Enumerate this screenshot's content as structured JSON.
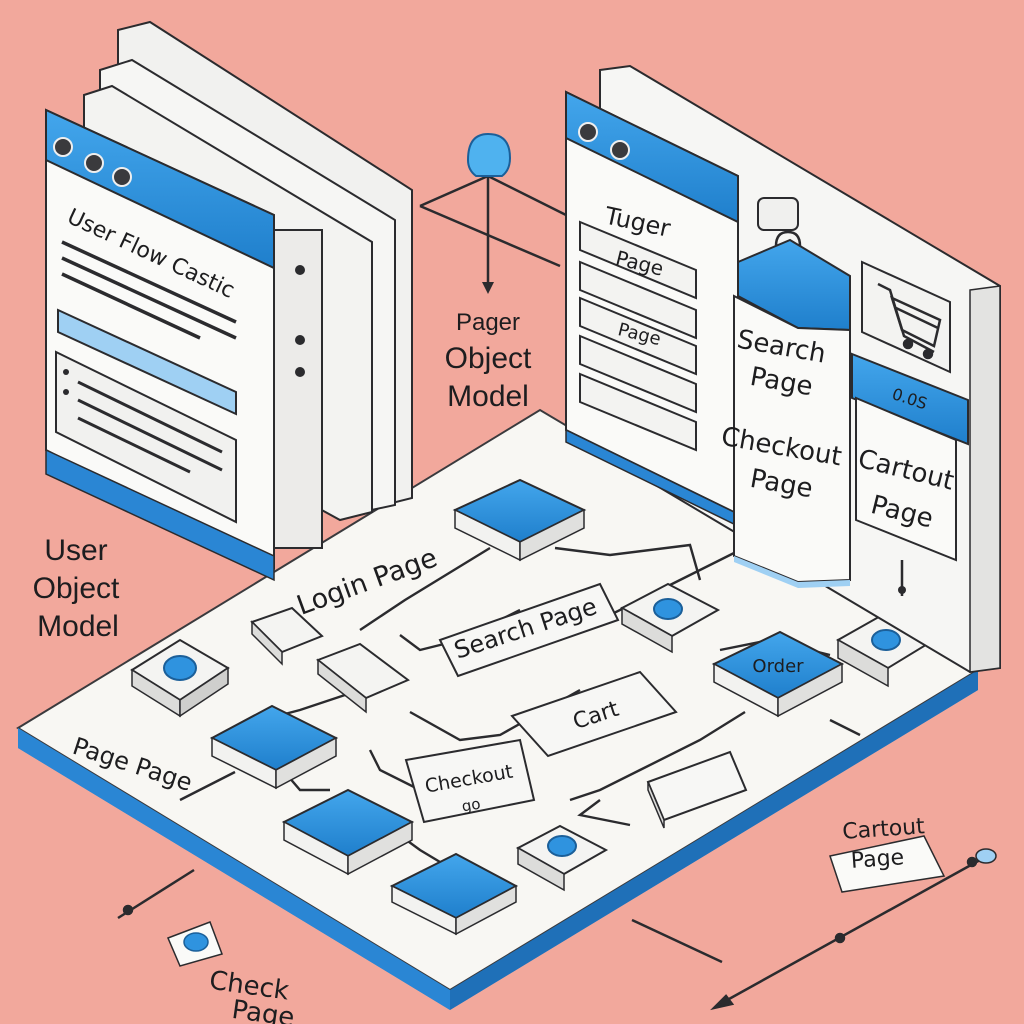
{
  "diagram": {
    "left_window": {
      "title": "User Flow Castic"
    },
    "left_caption": [
      "User",
      "Object",
      "Model"
    ],
    "center_caption": [
      "Pager",
      "Object",
      "Model"
    ],
    "right_window": {
      "items": [
        "Tuger",
        "Page",
        "Page"
      ]
    },
    "right_cards": {
      "search": [
        "Search",
        "Page"
      ],
      "checkout": [
        "Checkout",
        "Page"
      ],
      "cart_tab": "0.0S",
      "cartout": [
        "Cartout",
        "Page"
      ]
    },
    "board": {
      "login": "Login Page",
      "search": "Search Page",
      "cart": "Cart",
      "checkout": "Checkout",
      "checkout_sub": "go",
      "order": "Order",
      "left_edge": "Page Page"
    },
    "floating": {
      "cartout": [
        "Cartout",
        "Page"
      ],
      "check": [
        "Check",
        "Page"
      ]
    }
  },
  "colors": {
    "background": "#f2a89c",
    "accent_blue": "#2f93df",
    "panel_white": "#f7f7f5",
    "outline": "#2b2b2e"
  }
}
